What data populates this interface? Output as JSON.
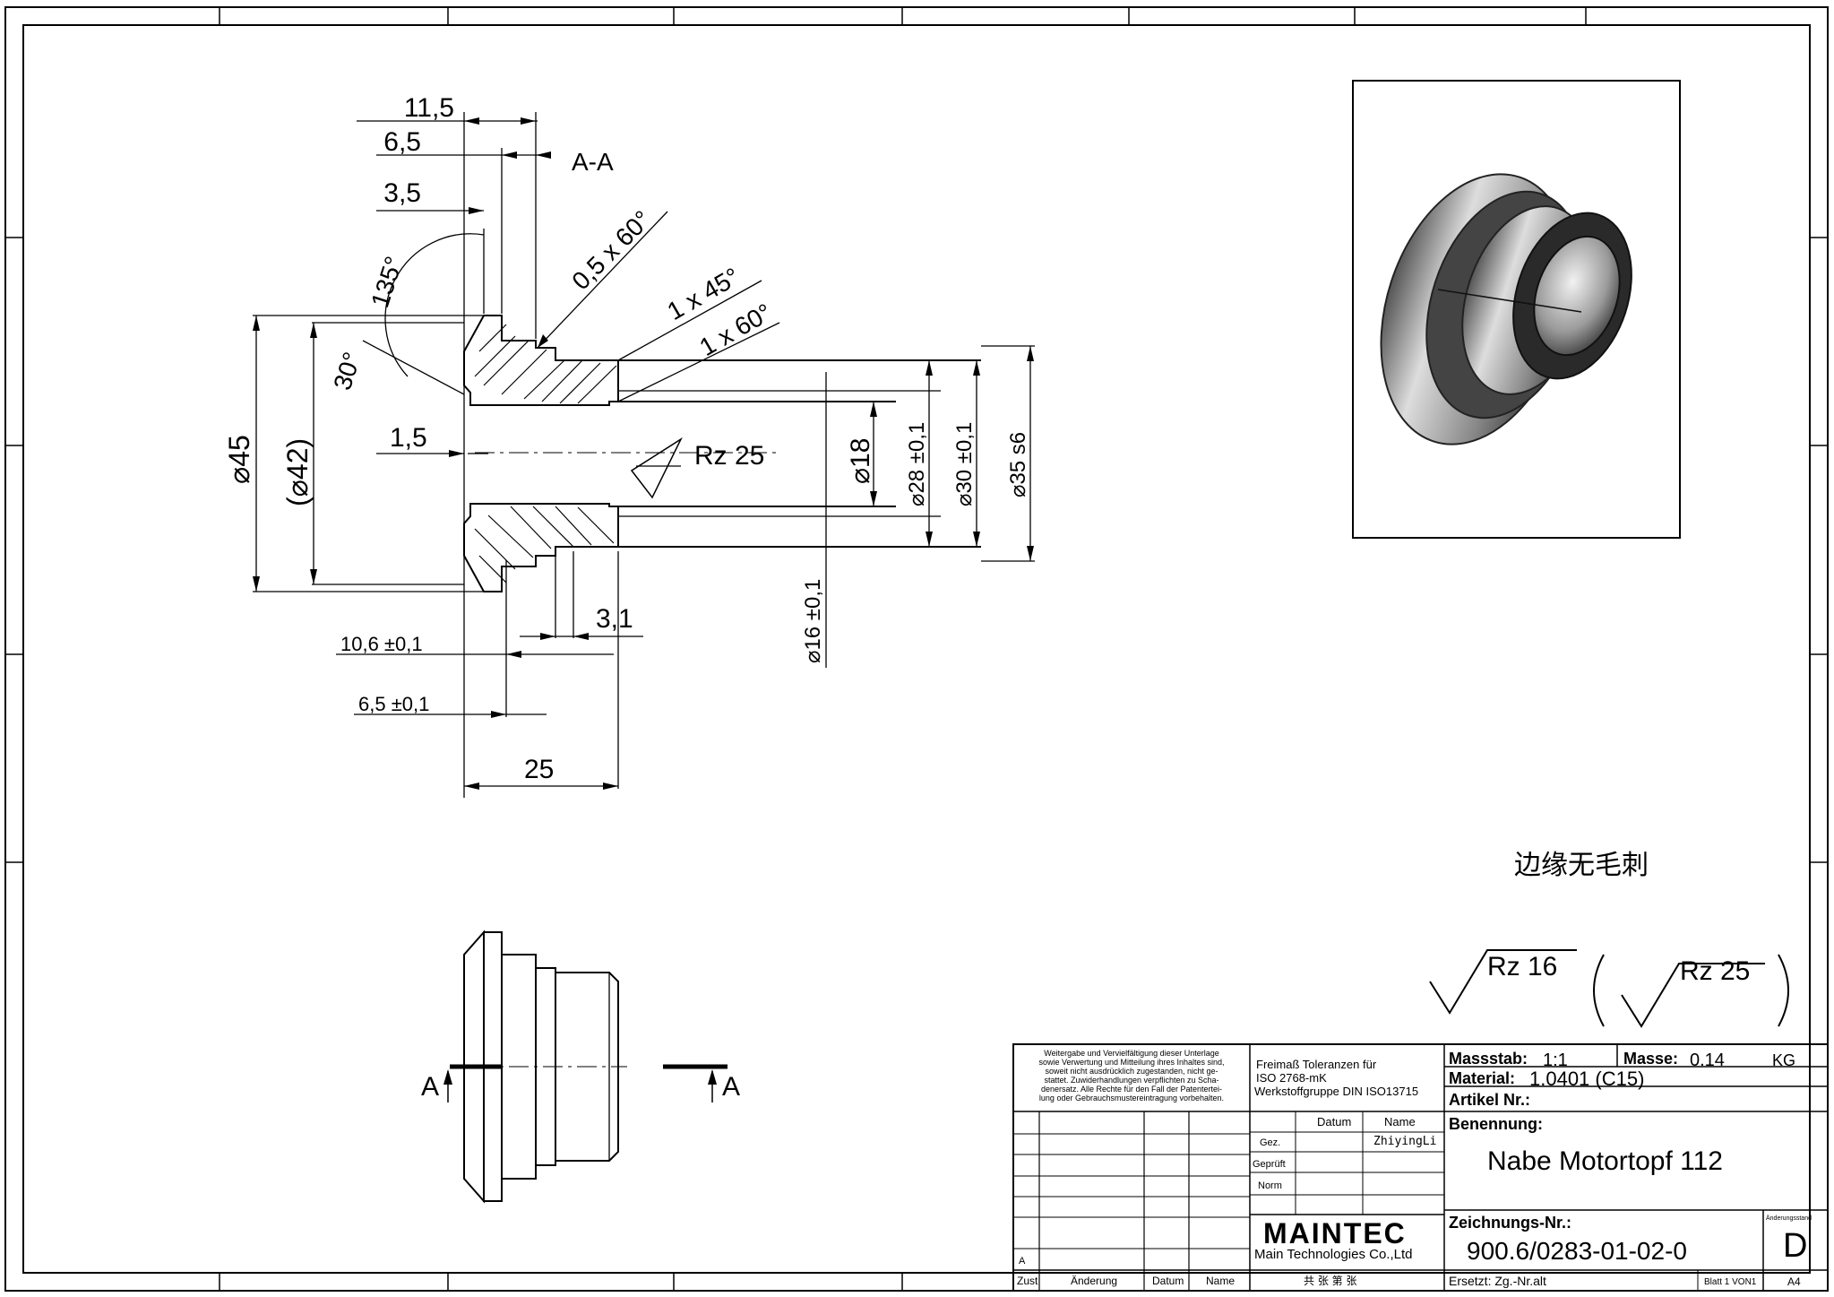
{
  "section_view": {
    "title": "A-A",
    "dims": {
      "d_11_5": "11,5",
      "d_6_5_top": "6,5",
      "d_3_5": "3,5",
      "angle_135": "135°",
      "chamfer_05x60": "0,5 x 60°",
      "chamfer_1x45": "1 x 45°",
      "chamfer_1x60": "1 x 60°",
      "angle_30": "30°",
      "dia_45": "⌀45",
      "dia_42": "(⌀42)",
      "d_1_5": "1,5",
      "roughness_rz25": "Rz 25",
      "dia_18": "⌀18",
      "dia_28": "⌀28 ±0,1",
      "dia_30": "⌀30 ±0,1",
      "dia_35": "⌀35 s6",
      "dia_16": "⌀16 ±0,1",
      "d_3_1": "3,1",
      "d_10_6": "10,6 ±0,1",
      "d_6_5_bottom": "6,5 ±0,1",
      "d_25": "25"
    }
  },
  "side_view": {
    "cut_label_left": "A",
    "cut_label_right": "A"
  },
  "notes": {
    "burr_note": "边缘无毛刺",
    "surface_general": "Rz 16",
    "surface_other": "Rz 25"
  },
  "title_block": {
    "disclaimer": [
      "Weitergabe und Vervielfältigung dieser Unterlage",
      "sowie Verwertung und Mitteilung ihres Inhaltes sind,",
      "soweit nicht ausdrücklich zugestanden, nicht ge-",
      "stattet. Zuwiderhandlungen verpflichten zu Scha-",
      "denersatz. Alle Rechte für den Fall der Patentertei-",
      "lung oder Gebrauchsmustereintragung vorbehalten."
    ],
    "tolerance": [
      "Freimaß Toleranzen für",
      "ISO 2768-mK",
      "Werkstoffgruppe DIN ISO13715"
    ],
    "scale_label": "Massstab:",
    "scale_value": "1:1",
    "mass_label": "Masse:",
    "mass_value": "0.14",
    "mass_unit": "KG",
    "material_label": "Material:",
    "material_value": "1.0401 (C15)",
    "article_label": "Artikel Nr.:",
    "name_label": "Benennung:",
    "name_value": "Nabe Motortopf 112",
    "drawing_no_label": "Zeichnungs-Nr.:",
    "drawing_no_value": "900.6/0283-01-02-0",
    "revision_label": "Änderungsstand",
    "revision_value": "D",
    "col_datum": "Datum",
    "col_name": "Name",
    "row_gez": "Gez.",
    "row_geprueft": "Geprüft",
    "row_norm": "Norm",
    "drawn_by": "ZhiyingLi",
    "company_logo": "MAINTEC",
    "company_name": "Main Technologies Co.,Ltd",
    "sheets_text": "共  张  第  张",
    "replaces": "Ersetzt: Zg.-Nr.alt",
    "sheet": "Blatt 1 VON1",
    "format": "A4",
    "rev_row_a": "A",
    "footer_zust": "Zust",
    "footer_aenderung": "Änderung",
    "footer_datum": "Datum",
    "footer_name": "Name"
  }
}
